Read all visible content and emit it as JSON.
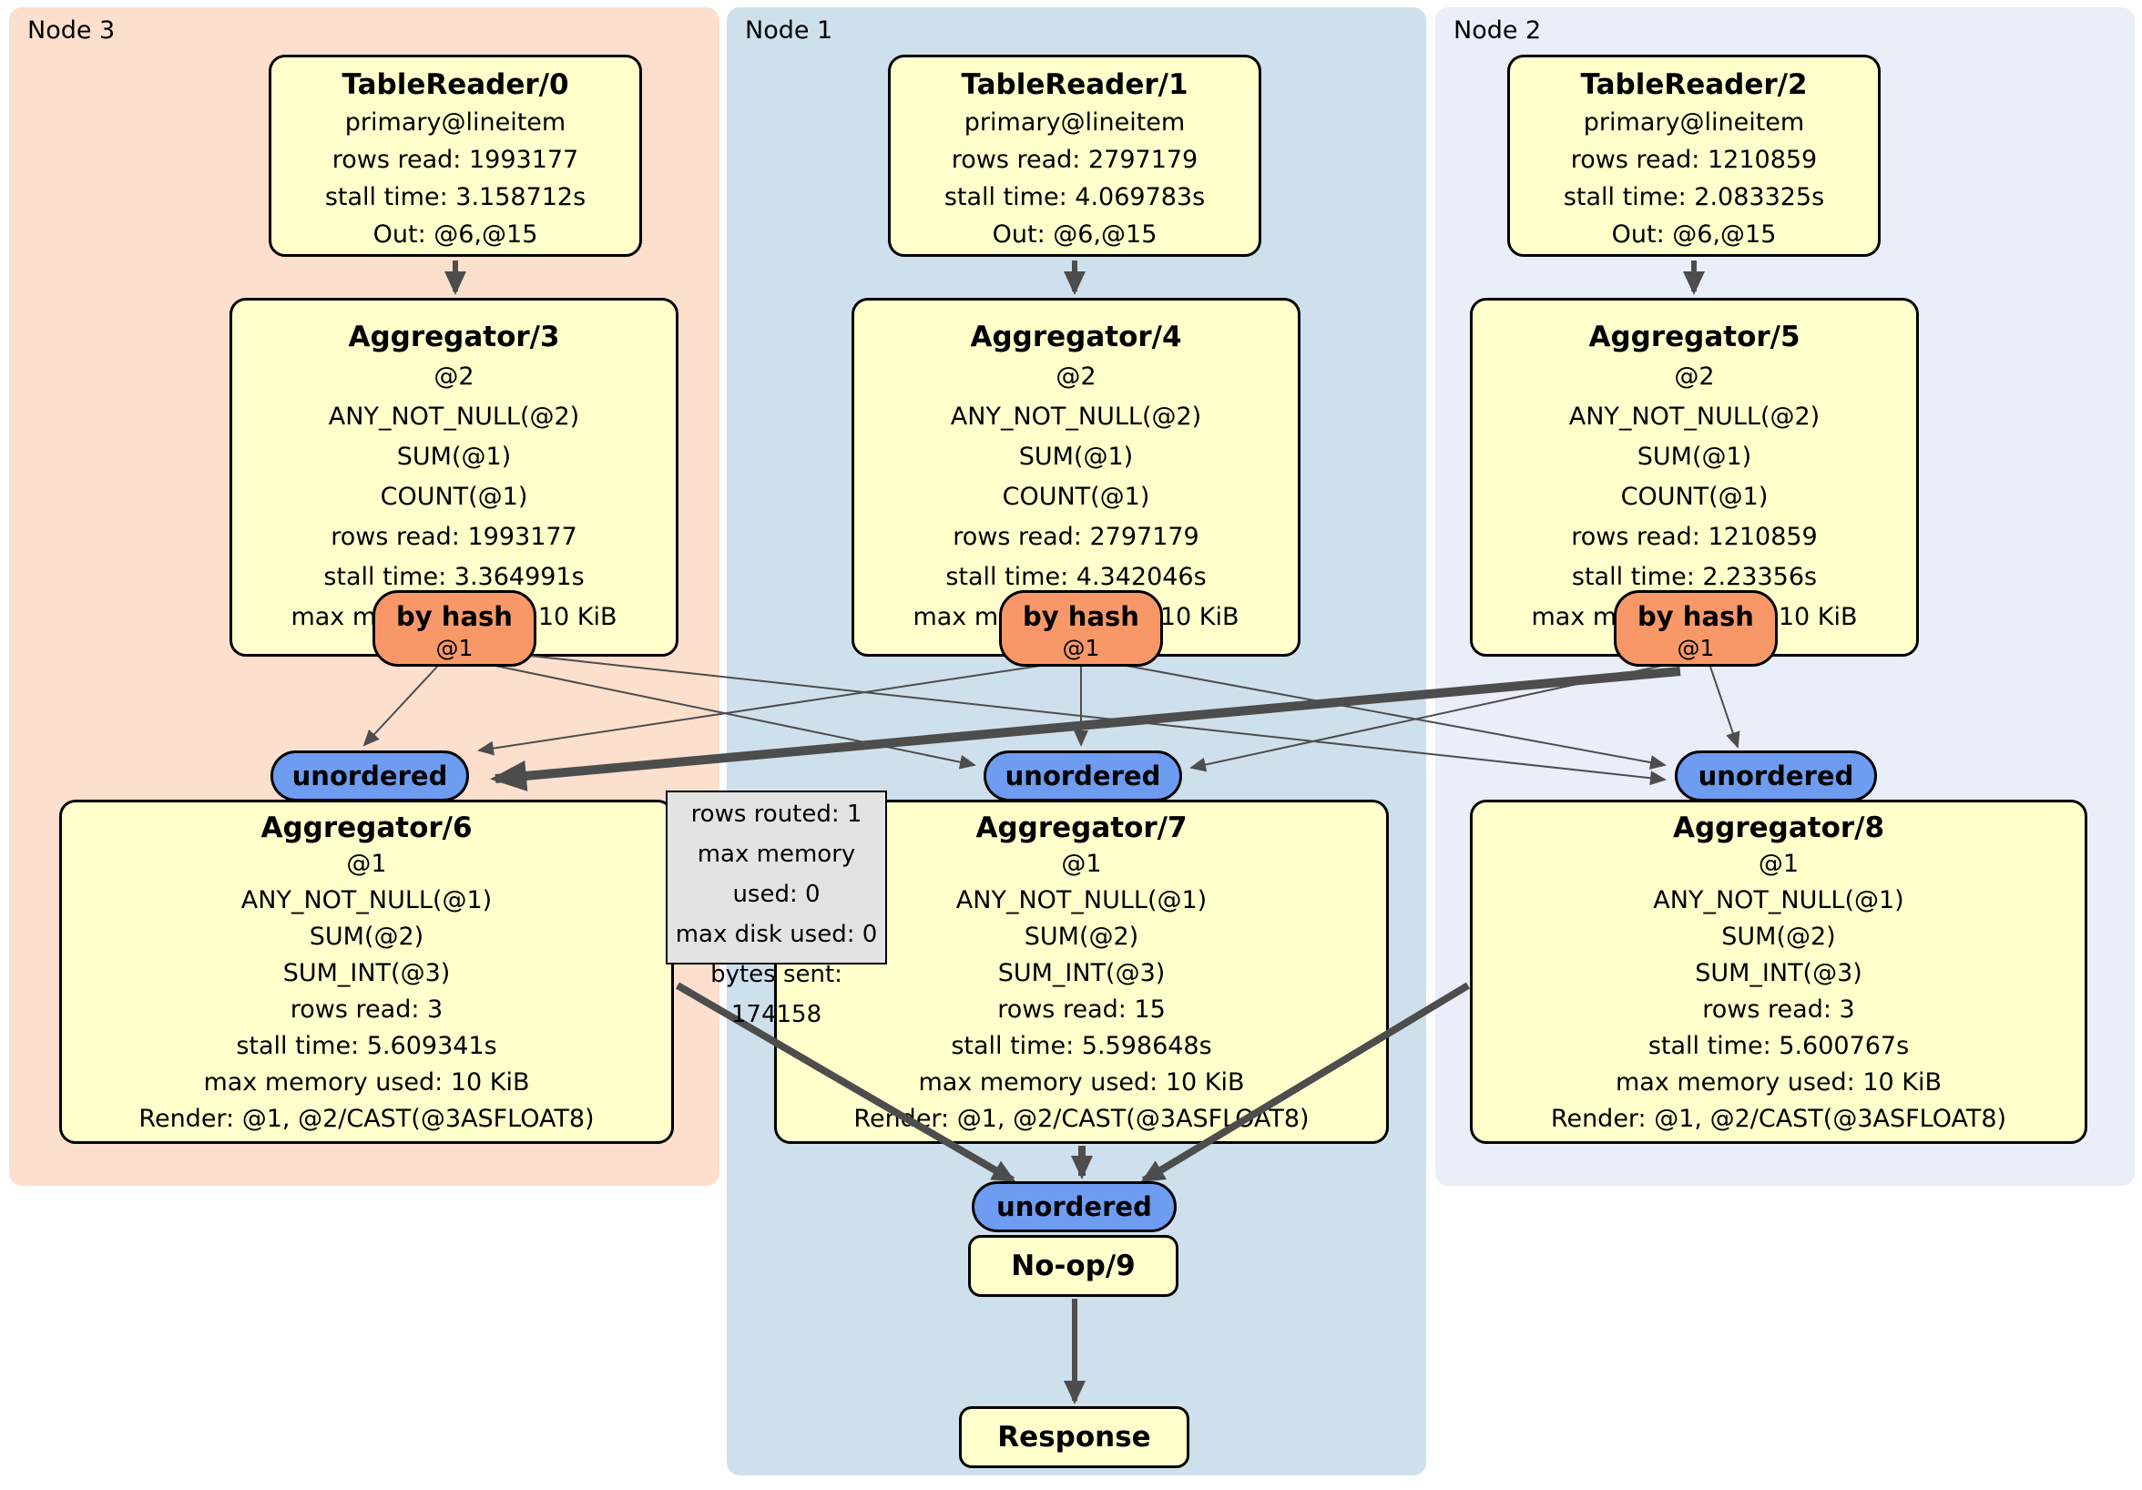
{
  "colors": {
    "node3_bg": "#fcdfcd",
    "node1_bg": "#cfe0ed",
    "node2_bg": "#e9eef9",
    "processor_bg": "#ffffcc",
    "router_bg": "#f89868",
    "stream_bg": "#6d9cf1",
    "tooltip_bg": "#e3e3e3",
    "edge": "#4d4d4d",
    "border": "#000000"
  },
  "panels": [
    {
      "label": "Node 3"
    },
    {
      "label": "Node 1"
    },
    {
      "label": "Node 2"
    }
  ],
  "table_readers": [
    {
      "title": "TableReader/0",
      "index": "primary@lineitem",
      "rows": "rows read: 1993177",
      "stall": "stall time: 3.158712s",
      "out": "Out: @6,@15"
    },
    {
      "title": "TableReader/1",
      "index": "primary@lineitem",
      "rows": "rows read: 2797179",
      "stall": "stall time: 4.069783s",
      "out": "Out: @6,@15"
    },
    {
      "title": "TableReader/2",
      "index": "primary@lineitem",
      "rows": "rows read: 1210859",
      "stall": "stall time: 2.083325s",
      "out": "Out: @6,@15"
    }
  ],
  "hash_aggregators": [
    {
      "title": "Aggregator/3",
      "group": "@2",
      "a1": "ANY_NOT_NULL(@2)",
      "a2": "SUM(@1)",
      "a3": "COUNT(@1)",
      "rows": "rows read: 1993177",
      "stall": "stall time: 3.364991s",
      "mem": "max memory used: 10 KiB"
    },
    {
      "title": "Aggregator/4",
      "group": "@2",
      "a1": "ANY_NOT_NULL(@2)",
      "a2": "SUM(@1)",
      "a3": "COUNT(@1)",
      "rows": "rows read: 2797179",
      "stall": "stall time: 4.342046s",
      "mem": "max memory used: 10 KiB"
    },
    {
      "title": "Aggregator/5",
      "group": "@2",
      "a1": "ANY_NOT_NULL(@2)",
      "a2": "SUM(@1)",
      "a3": "COUNT(@1)",
      "rows": "rows read: 1210859",
      "stall": "stall time: 2.23356s",
      "mem": "max memory used: 10 KiB"
    }
  ],
  "routers": [
    {
      "label": "by hash",
      "key": "@1"
    },
    {
      "label": "by hash",
      "key": "@1"
    },
    {
      "label": "by hash",
      "key": "@1"
    }
  ],
  "streams": [
    {
      "label": "unordered"
    },
    {
      "label": "unordered"
    },
    {
      "label": "unordered"
    }
  ],
  "final_aggregators": [
    {
      "title": "Aggregator/6",
      "group": "@1",
      "a1": "ANY_NOT_NULL(@1)",
      "a2": "SUM(@2)",
      "a3": "SUM_INT(@3)",
      "rows": "rows read: 3",
      "stall": "stall time: 5.609341s",
      "mem": "max memory used: 10 KiB",
      "render": "Render: @1, @2/CAST(@3ASFLOAT8)"
    },
    {
      "title": "Aggregator/7",
      "group": "@1",
      "a1": "ANY_NOT_NULL(@1)",
      "a2": "SUM(@2)",
      "a3": "SUM_INT(@3)",
      "rows": "rows read: 15",
      "stall": "stall time: 5.598648s",
      "mem": "max memory used: 10 KiB",
      "render": "Render: @1, @2/CAST(@3ASFLOAT8)"
    },
    {
      "title": "Aggregator/8",
      "group": "@1",
      "a1": "ANY_NOT_NULL(@1)",
      "a2": "SUM(@2)",
      "a3": "SUM_INT(@3)",
      "rows": "rows read: 3",
      "stall": "stall time: 5.600767s",
      "mem": "max memory used: 10 KiB",
      "render": "Render: @1, @2/CAST(@3ASFLOAT8)"
    }
  ],
  "edge_tooltip": {
    "l1": "rows routed: 1",
    "l2": "max memory used: 0",
    "l3": "max disk used: 0",
    "l4": "bytes sent: 174158"
  },
  "final_stream": {
    "label": "unordered"
  },
  "noop": {
    "title": "No-op/9"
  },
  "response": {
    "title": "Response"
  }
}
